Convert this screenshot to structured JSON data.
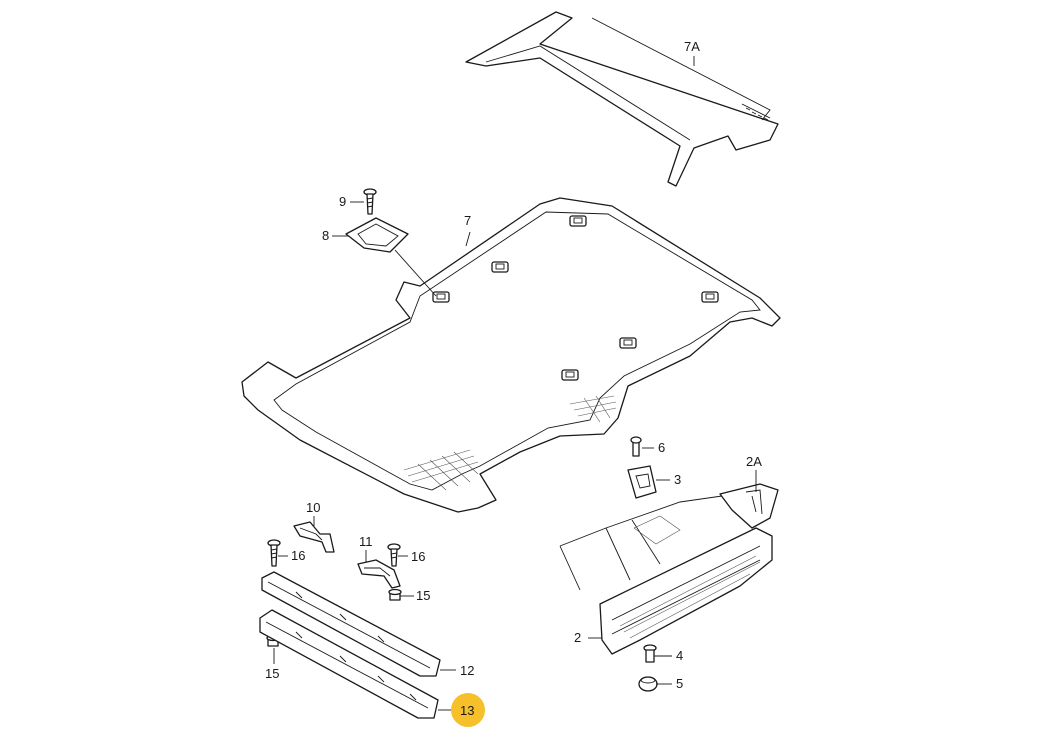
{
  "labels": {
    "l7a": "7A",
    "l9": "9",
    "l8": "8",
    "l7": "7",
    "l6": "6",
    "l3": "3",
    "l2a": "2A",
    "l10": "10",
    "l16a": "16",
    "l11": "11",
    "l16b": "16",
    "l15a": "15",
    "l2": "2",
    "l4": "4",
    "l5": "5",
    "l12": "12",
    "l15b": "15",
    "l13": "13"
  },
  "highlight": {
    "part": "13",
    "color": "#f5c02a"
  }
}
